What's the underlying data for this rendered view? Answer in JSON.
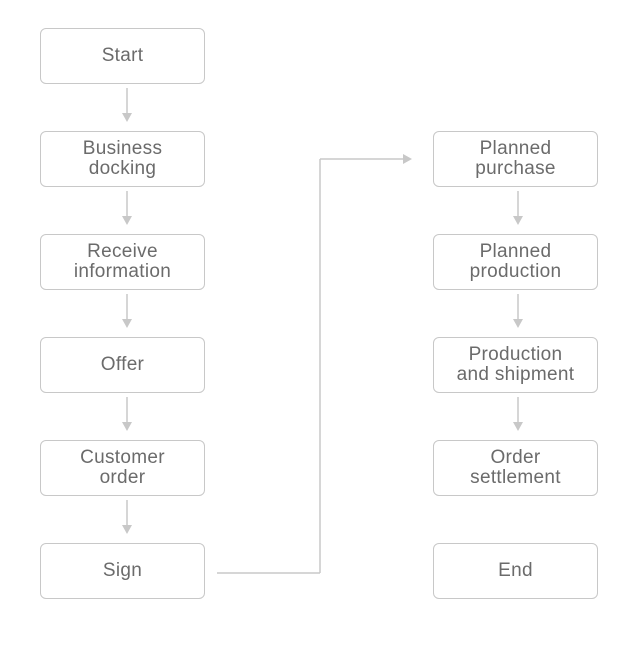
{
  "diagram": {
    "line_color": "#c8c8c8",
    "box_border_color": "#c8c8c8",
    "text_color": "#6b6b6b",
    "left_column": [
      {
        "id": "start",
        "label": "Start"
      },
      {
        "id": "business-docking",
        "label": "Business\ndocking"
      },
      {
        "id": "receive-information",
        "label": "Receive\ninformation"
      },
      {
        "id": "offer",
        "label": "Offer"
      },
      {
        "id": "customer-order",
        "label": "Customer\norder"
      },
      {
        "id": "sign",
        "label": "Sign"
      }
    ],
    "right_column": [
      {
        "id": "planned-purchase",
        "label": "Planned\npurchase"
      },
      {
        "id": "planned-production",
        "label": "Planned\nproduction"
      },
      {
        "id": "production-shipment",
        "label": "Production\nand shipment"
      },
      {
        "id": "order-settlement",
        "label": "Order\nsettlement"
      },
      {
        "id": "end",
        "label": "End"
      }
    ]
  }
}
